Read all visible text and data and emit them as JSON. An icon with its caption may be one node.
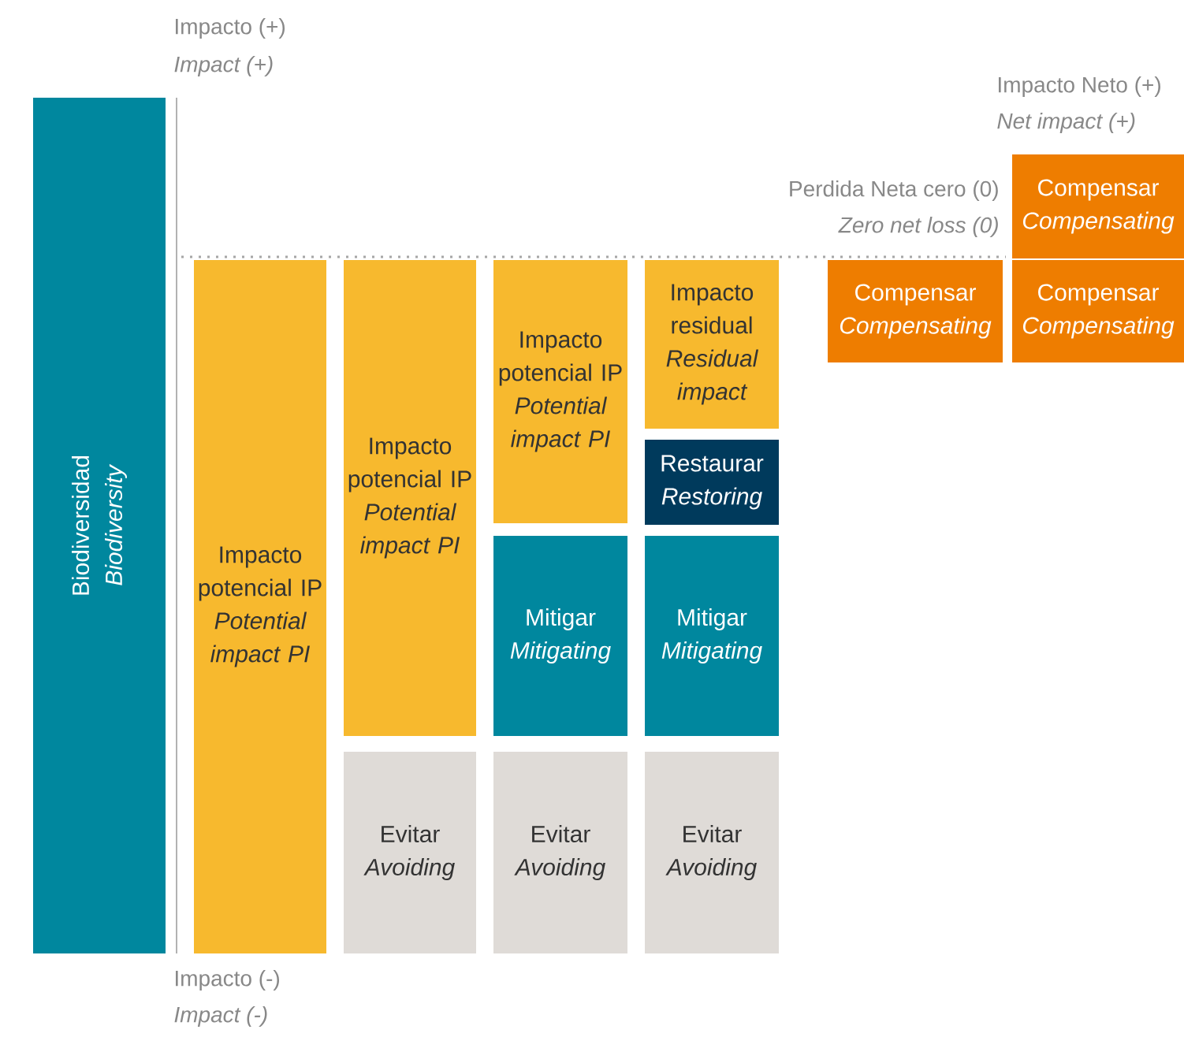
{
  "diagram": {
    "nodes": [
      {
        "text": [
          "Biodiversidad",
          "Biodiversity"
        ]
      },
      {
        "text": [
          "Impacto potencial IP",
          "Potential impact PI"
        ]
      },
      {
        "text": [
          "Impacto potencial IP",
          "Potential impact PI"
        ]
      },
      {
        "text": [
          "Evitar",
          "Avoiding"
        ]
      },
      {
        "text": [
          "Impacto potencial IP",
          "Potential impact PI"
        ]
      },
      {
        "text": [
          "Mitigar",
          "Mitigating"
        ]
      },
      {
        "text": [
          "Evitar",
          "Avoiding"
        ]
      },
      {
        "text": [
          "Impacto residual",
          "Residual impact"
        ]
      },
      {
        "text": [
          "Restaurar",
          "Restoring"
        ]
      },
      {
        "text": [
          "Mitigar",
          "Mitigating"
        ]
      },
      {
        "text": [
          "Evitar",
          "Avoiding"
        ]
      },
      {
        "text": [
          "Compensar",
          "Compensating"
        ]
      },
      {
        "text": [
          "Compensar",
          "Compensating"
        ]
      },
      {
        "text": [
          "Compensar",
          "Compensating"
        ]
      }
    ],
    "labels": [
      "Impacto (+)",
      "Impact (+)",
      "Impacto Neto (+)",
      "Net impact (+)",
      "Perdida Neta cero (0)",
      "Zero net loss (0)",
      "Impacto (-)",
      "Impact (-)"
    ]
  }
}
